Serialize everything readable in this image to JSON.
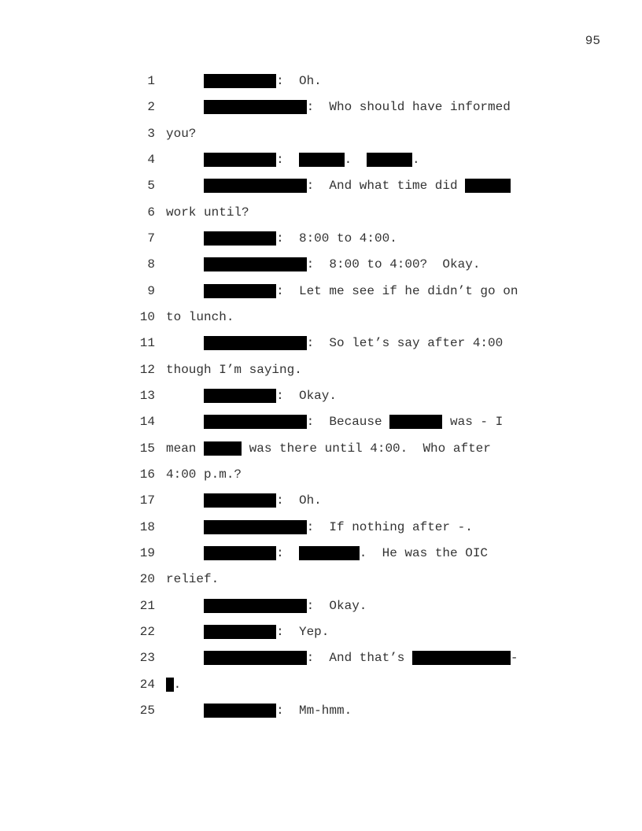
{
  "page_number": "95",
  "lines": [
    {
      "n": "1",
      "t": [
        ":  Oh."
      ]
    },
    {
      "n": "2",
      "t": [
        ":  Who should have informed"
      ]
    },
    {
      "n": "3",
      "t": [
        "you?"
      ]
    },
    {
      "n": "4",
      "t": [
        ":  ",
        ".  ",
        "."
      ]
    },
    {
      "n": "5",
      "t": [
        ":  And what time did "
      ]
    },
    {
      "n": "6",
      "t": [
        "work until?"
      ]
    },
    {
      "n": "7",
      "t": [
        ":  8:00 to 4:00."
      ]
    },
    {
      "n": "8",
      "t": [
        ":  8:00 to 4:00?  Okay."
      ]
    },
    {
      "n": "9",
      "t": [
        ":  Let me see if he didn’t go on"
      ]
    },
    {
      "n": "10",
      "t": [
        "to lunch."
      ]
    },
    {
      "n": "11",
      "t": [
        ":  So let’s say after 4:00"
      ]
    },
    {
      "n": "12",
      "t": [
        "though I’m saying."
      ]
    },
    {
      "n": "13",
      "t": [
        ":  Okay."
      ]
    },
    {
      "n": "14",
      "t": [
        ":  Because ",
        " was - I"
      ]
    },
    {
      "n": "15",
      "t": [
        "mean ",
        " was there until 4:00.  Who after"
      ]
    },
    {
      "n": "16",
      "t": [
        "4:00 p.m.?"
      ]
    },
    {
      "n": "17",
      "t": [
        ":  Oh."
      ]
    },
    {
      "n": "18",
      "t": [
        ":  If nothing after -."
      ]
    },
    {
      "n": "19",
      "t": [
        ":  ",
        ".  He was the OIC"
      ]
    },
    {
      "n": "20",
      "t": [
        "relief."
      ]
    },
    {
      "n": "21",
      "t": [
        ":  Okay."
      ]
    },
    {
      "n": "22",
      "t": [
        ":  Yep."
      ]
    },
    {
      "n": "23",
      "t": [
        ":  And that’s ",
        "-"
      ]
    },
    {
      "n": "24",
      "t": [
        "."
      ]
    },
    {
      "n": "25",
      "t": [
        ":  Mm-hmm."
      ]
    }
  ]
}
